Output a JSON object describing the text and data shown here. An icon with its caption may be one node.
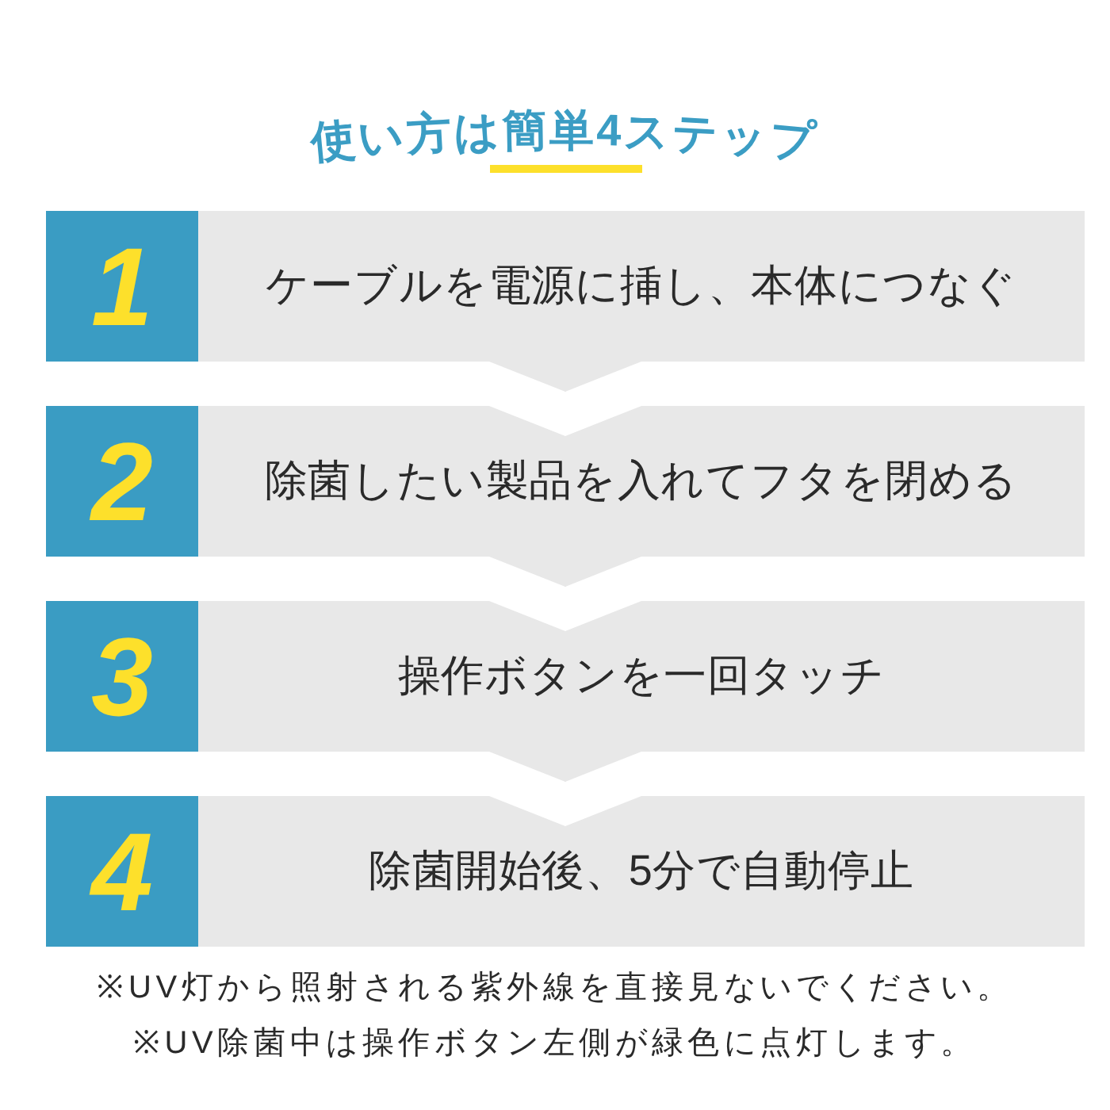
{
  "diagram": {
    "title": "使い方は簡単4ステップ",
    "nodes": [
      {
        "text": [
          "ケーブルを電源に挿し、本体につなぐ"
        ]
      },
      {
        "text": [
          "1"
        ],
        "in": 0
      },
      {
        "text": [
          "除菌したい製品を入れてフタを閉める"
        ]
      },
      {
        "text": [
          "2"
        ],
        "in": 2
      },
      {
        "text": [
          "操作ボタンを一回タッチ"
        ]
      },
      {
        "text": [
          "3"
        ],
        "in": 4
      },
      {
        "text": [
          "除菌開始後、5分で自動停止"
        ]
      },
      {
        "text": [
          "4"
        ],
        "in": 6
      }
    ],
    "edges": [
      {
        "from": 0,
        "to": 2,
        "arrow": "to"
      },
      {
        "from": 2,
        "to": 4,
        "arrow": "to"
      },
      {
        "from": 4,
        "to": 6,
        "arrow": "to"
      }
    ],
    "labels": [
      "※UV灯から照射される紫外線を直接見ないでください。",
      "※UV除菌中は操作ボタン左側が緑色に点灯します。"
    ]
  }
}
